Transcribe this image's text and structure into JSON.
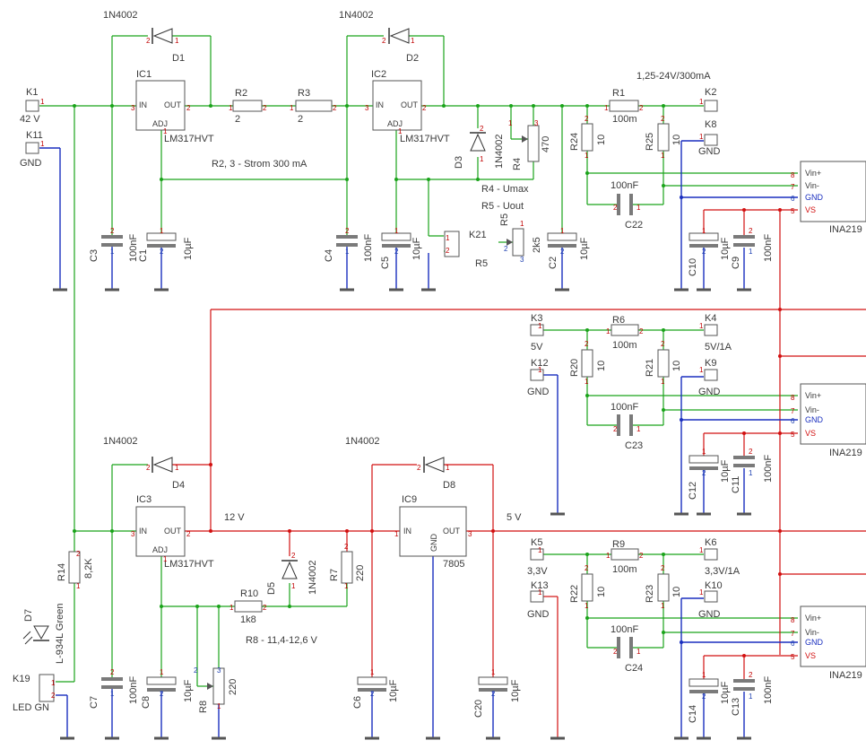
{
  "components": {
    "D1": {
      "ref": "D1",
      "value": "1N4002"
    },
    "D2": {
      "ref": "D2",
      "value": "1N4002"
    },
    "D3": {
      "ref": "D3",
      "value": "1N4002"
    },
    "D4": {
      "ref": "D4",
      "value": "1N4002"
    },
    "D5": {
      "ref": "D5",
      "value": "1N4002"
    },
    "D8": {
      "ref": "D8",
      "value": "1N4002"
    },
    "D7": {
      "ref": "D7",
      "value": "L-934L Green"
    },
    "IC1": {
      "ref": "IC1",
      "value": "LM317HVT",
      "in": "IN",
      "out": "OUT",
      "adj": "ADJ"
    },
    "IC2": {
      "ref": "IC2",
      "value": "LM317HVT",
      "in": "IN",
      "out": "OUT",
      "adj": "ADJ"
    },
    "IC3": {
      "ref": "IC3",
      "value": "LM317HVT",
      "in": "IN",
      "out": "OUT",
      "adj": "ADJ"
    },
    "IC9": {
      "ref": "IC9",
      "value": "7805",
      "in": "IN",
      "out": "OUT",
      "gnd": "GND"
    },
    "R1": {
      "ref": "R1",
      "value": "100m"
    },
    "R2": {
      "ref": "R2",
      "value": "2"
    },
    "R3": {
      "ref": "R3",
      "value": "2"
    },
    "R4": {
      "ref": "R4",
      "value": "470"
    },
    "R5": {
      "ref": "R5",
      "value": "2k5"
    },
    "R6": {
      "ref": "R6",
      "value": "100m"
    },
    "R7": {
      "ref": "R7",
      "value": "220"
    },
    "R8": {
      "ref": "R8",
      "value": "220"
    },
    "R9": {
      "ref": "R9",
      "value": "100m"
    },
    "R10": {
      "ref": "R10",
      "value": "1k8"
    },
    "R14": {
      "ref": "R14",
      "value": "8,2K"
    },
    "R20": {
      "ref": "R20",
      "value": "10"
    },
    "R21": {
      "ref": "R21",
      "value": "10"
    },
    "R22": {
      "ref": "R22",
      "value": "10"
    },
    "R23": {
      "ref": "R23",
      "value": "10"
    },
    "R24": {
      "ref": "R24",
      "value": "10"
    },
    "R25": {
      "ref": "R25",
      "value": "10"
    },
    "C1": {
      "ref": "C1",
      "value": "10µF"
    },
    "C2": {
      "ref": "C2",
      "value": "10µF"
    },
    "C3": {
      "ref": "C3",
      "value": "100nF"
    },
    "C4": {
      "ref": "C4",
      "value": "100nF"
    },
    "C5": {
      "ref": "C5",
      "value": "10µF"
    },
    "C6": {
      "ref": "C6",
      "value": "10µF"
    },
    "C7": {
      "ref": "C7",
      "value": "100nF"
    },
    "C8": {
      "ref": "C8",
      "value": "10µF"
    },
    "C9": {
      "ref": "C9",
      "value": "100nF"
    },
    "C10": {
      "ref": "C10",
      "value": "10µF"
    },
    "C11": {
      "ref": "C11",
      "value": "100nF"
    },
    "C12": {
      "ref": "C12",
      "value": "10µF"
    },
    "C13": {
      "ref": "C13",
      "value": "100nF"
    },
    "C14": {
      "ref": "C14",
      "value": "10µF"
    },
    "C20": {
      "ref": "C20",
      "value": "10µF"
    },
    "C22": {
      "ref": "C22",
      "value": "100nF"
    },
    "C23": {
      "ref": "C23",
      "value": "100nF"
    },
    "C24": {
      "ref": "C24",
      "value": "100nF"
    },
    "INA": {
      "value": "INA219",
      "vinp": "Vin+",
      "vinm": "Vin-",
      "gnd": "GND",
      "vs": "VS"
    },
    "K1": {
      "ref": "K1",
      "value": "42 V"
    },
    "K11": {
      "ref": "K11",
      "value": "GND"
    },
    "K2": {
      "ref": "K2"
    },
    "K8": {
      "ref": "K8",
      "value": "GND"
    },
    "K3": {
      "ref": "K3",
      "value": "5V"
    },
    "K4": {
      "ref": "K4",
      "value": "5V/1A"
    },
    "K12": {
      "ref": "K12",
      "value": "GND"
    },
    "K9": {
      "ref": "K9",
      "value": "GND"
    },
    "K5": {
      "ref": "K5",
      "value": "3,3V"
    },
    "K6": {
      "ref": "K6",
      "value": "3,3V/1A"
    },
    "K13": {
      "ref": "K13",
      "value": "GND"
    },
    "K10": {
      "ref": "K10",
      "value": "GND"
    },
    "K19": {
      "ref": "K19",
      "value": "LED GN"
    },
    "K21": {
      "ref": "K21"
    }
  },
  "annotations": {
    "output_range": "1,25-24V/300mA",
    "current_note": "R2, 3 - Strom 300 mA",
    "r4_note": "R4 - Umax",
    "r5_note": "R5 - Uout",
    "rail_12v": "12 V",
    "rail_5v": "5 V",
    "r8_note": "R8 - 11,4-12,6 V"
  }
}
